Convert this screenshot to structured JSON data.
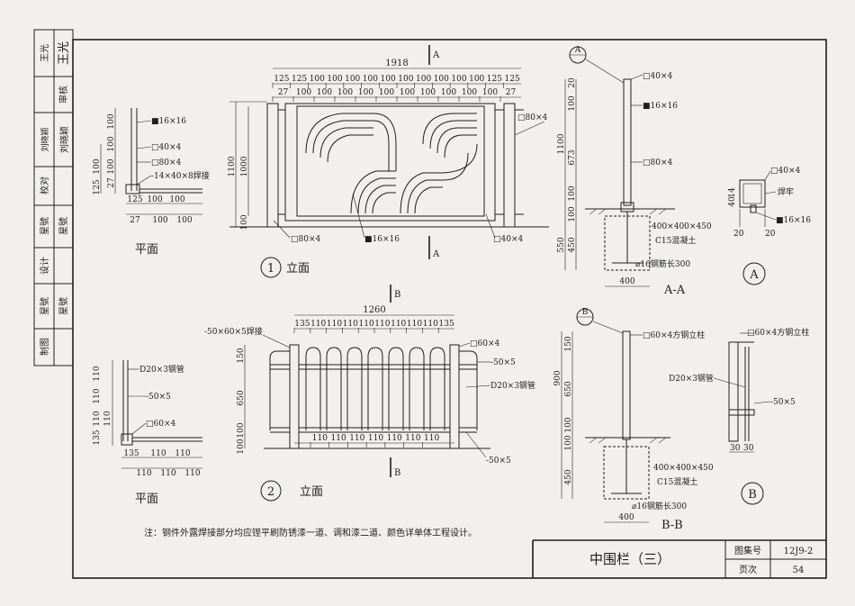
{
  "sidebar": {
    "rows": [
      {
        "label": "王光",
        "sign": "王光"
      },
      {
        "label": "审核",
        "sign": ""
      },
      {
        "label": "刘晓颖",
        "sign": "刘晓颖"
      },
      {
        "label": "校对",
        "sign": ""
      },
      {
        "label": "星號",
        "sign": "星號"
      },
      {
        "label": "设计",
        "sign": ""
      },
      {
        "label": "星號",
        "sign": "星號"
      },
      {
        "label": "制图",
        "sign": ""
      }
    ]
  },
  "fence1": {
    "label_plan": "平面",
    "label_elev": "立面",
    "num": "1",
    "section_mark": "A",
    "total_width": "1918",
    "dims_top1": [
      "125",
      "125",
      "100",
      "100",
      "100",
      "100",
      "100",
      "100",
      "100",
      "100",
      "100",
      "100",
      "125",
      "125"
    ],
    "dims_top2": [
      "27",
      "100",
      "100",
      "100",
      "100",
      "100",
      "100",
      "100",
      "100",
      "100",
      "100",
      "27"
    ],
    "mid100": "100",
    "h1100": "1100",
    "h1000": "1000",
    "h100": "100",
    "labels": {
      "sq80a": "□80×4",
      "sq16": "■16×16",
      "sq40": "□40×4",
      "sq80b": "□80×4"
    },
    "plan_labels": {
      "sq16": "■16×16",
      "sq40": "□40×4",
      "sq80": "□80×4",
      "plate": "-14×40×8焊接"
    },
    "plan_dims_v": [
      "100",
      "100",
      "100",
      "100",
      "27",
      "125"
    ],
    "plan_dims_h": [
      "125",
      "100",
      "100",
      "27",
      "100",
      "100"
    ]
  },
  "fence2": {
    "label_plan": "平面",
    "label_elev": "立面",
    "num": "2",
    "section_mark": "B",
    "total_width": "1260",
    "dims_top": [
      "135",
      "110",
      "110",
      "110",
      "110",
      "110",
      "110",
      "110",
      "110",
      "135"
    ],
    "dims_mid": [
      "110",
      "110",
      "110",
      "110",
      "110",
      "110",
      "110"
    ],
    "h150": "150",
    "h650": "650",
    "h100": "100",
    "labels": {
      "plate": "-50×60×5焊接",
      "sq60": "□60×4",
      "bar50a": "-50×5",
      "pipe": "D20×3钢管",
      "bar50b": "-50×5"
    },
    "plan_labels": {
      "pipe": "D20×3钢管",
      "bar": "-50×5",
      "sq60": "□60×4"
    },
    "plan_dims_v": [
      "110",
      "110",
      "110",
      "110",
      "135"
    ],
    "plan_dims_h": [
      "135",
      "110",
      "110",
      "110",
      "110",
      "110"
    ]
  },
  "sectionA": {
    "title": "A-A",
    "circle": "A",
    "labels": {
      "sq40": "□40×4",
      "sq16": "■16×16",
      "sq80": "□80×4",
      "found": "400×400×450",
      "concrete": "C15混凝土",
      "rebar": "⌀16钢筋长300"
    },
    "dims_v": [
      "20",
      "100",
      "1100",
      "673",
      "100",
      "100",
      "550",
      "450"
    ],
    "width": "400"
  },
  "detailA": {
    "circle": "A",
    "labels": {
      "sq40": "□40×4",
      "weld": "焊牢",
      "sq16": "■16×16"
    },
    "dims": [
      "14",
      "40",
      "20",
      "20"
    ]
  },
  "sectionB": {
    "title": "B-B",
    "circle": "B",
    "labels": {
      "post": "□60×4方钢立柱",
      "found": "400×400×450",
      "concrete": "C15混凝土",
      "rebar": "⌀16钢筋长300"
    },
    "dims_v": [
      "150",
      "900",
      "650",
      "100",
      "100",
      "450"
    ],
    "width": "400"
  },
  "detailB": {
    "circle": "B",
    "labels": {
      "post": "□60×4方钢立柱",
      "pipe": "D20×3钢管",
      "bar": "-50×5"
    },
    "dims": [
      "30",
      "30"
    ]
  },
  "note": "注：钢件外露焊接部分均应铿平刷防锈漆一道、调和漆二道、颜色详单体工程设计。",
  "title_block": {
    "title": "中围栏（三）",
    "atlas_label": "图集号",
    "atlas_value": "12J9-2",
    "page_label": "页次",
    "page_value": "54"
  }
}
